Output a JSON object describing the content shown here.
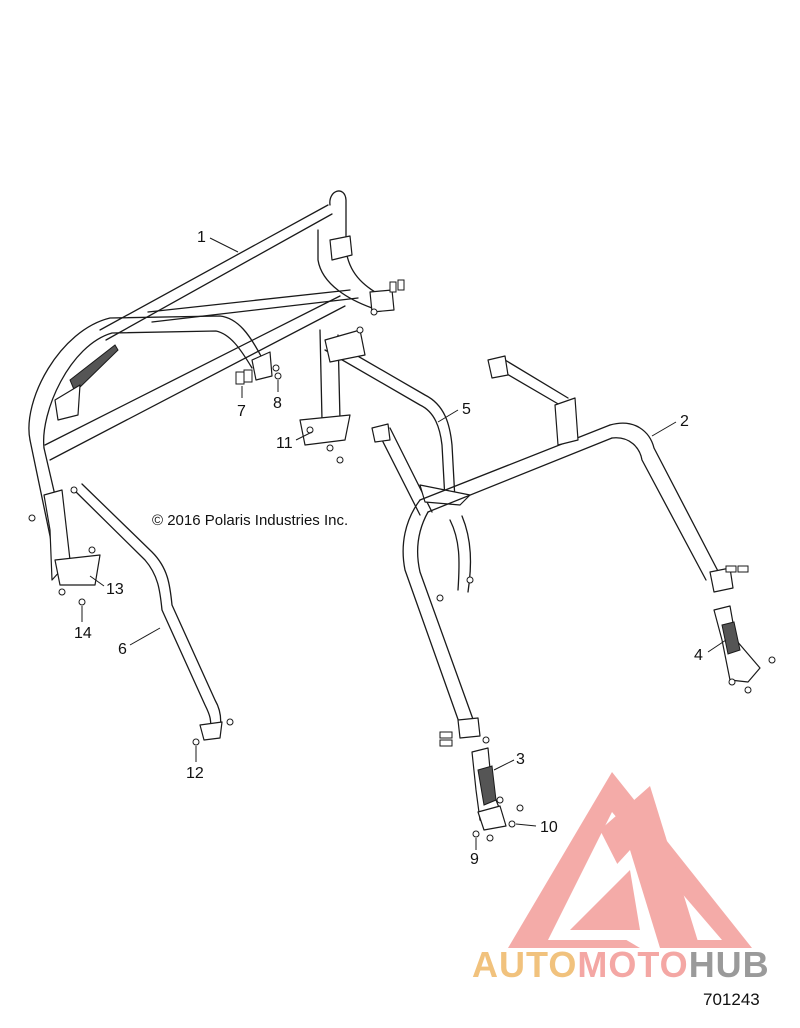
{
  "diagram": {
    "copyright": "© 2016 Polaris Industries Inc.",
    "diagram_id": "701243",
    "callouts": [
      {
        "id": "1",
        "label": "1"
      },
      {
        "id": "2",
        "label": "2"
      },
      {
        "id": "3",
        "label": "3"
      },
      {
        "id": "4",
        "label": "4"
      },
      {
        "id": "5",
        "label": "5"
      },
      {
        "id": "6",
        "label": "6"
      },
      {
        "id": "7",
        "label": "7"
      },
      {
        "id": "8",
        "label": "8"
      },
      {
        "id": "9",
        "label": "9"
      },
      {
        "id": "10",
        "label": "10"
      },
      {
        "id": "11",
        "label": "11"
      },
      {
        "id": "12",
        "label": "12"
      },
      {
        "id": "13",
        "label": "13"
      },
      {
        "id": "14",
        "label": "14"
      }
    ]
  },
  "watermark": {
    "part1": "AUTO",
    "part2": "MOTO",
    "part3": "HUB",
    "colors": {
      "auto": "#f1c27d",
      "moto": "#f4a7a4",
      "hub": "#9a9a9a",
      "logo": "#f4a7a4"
    }
  }
}
